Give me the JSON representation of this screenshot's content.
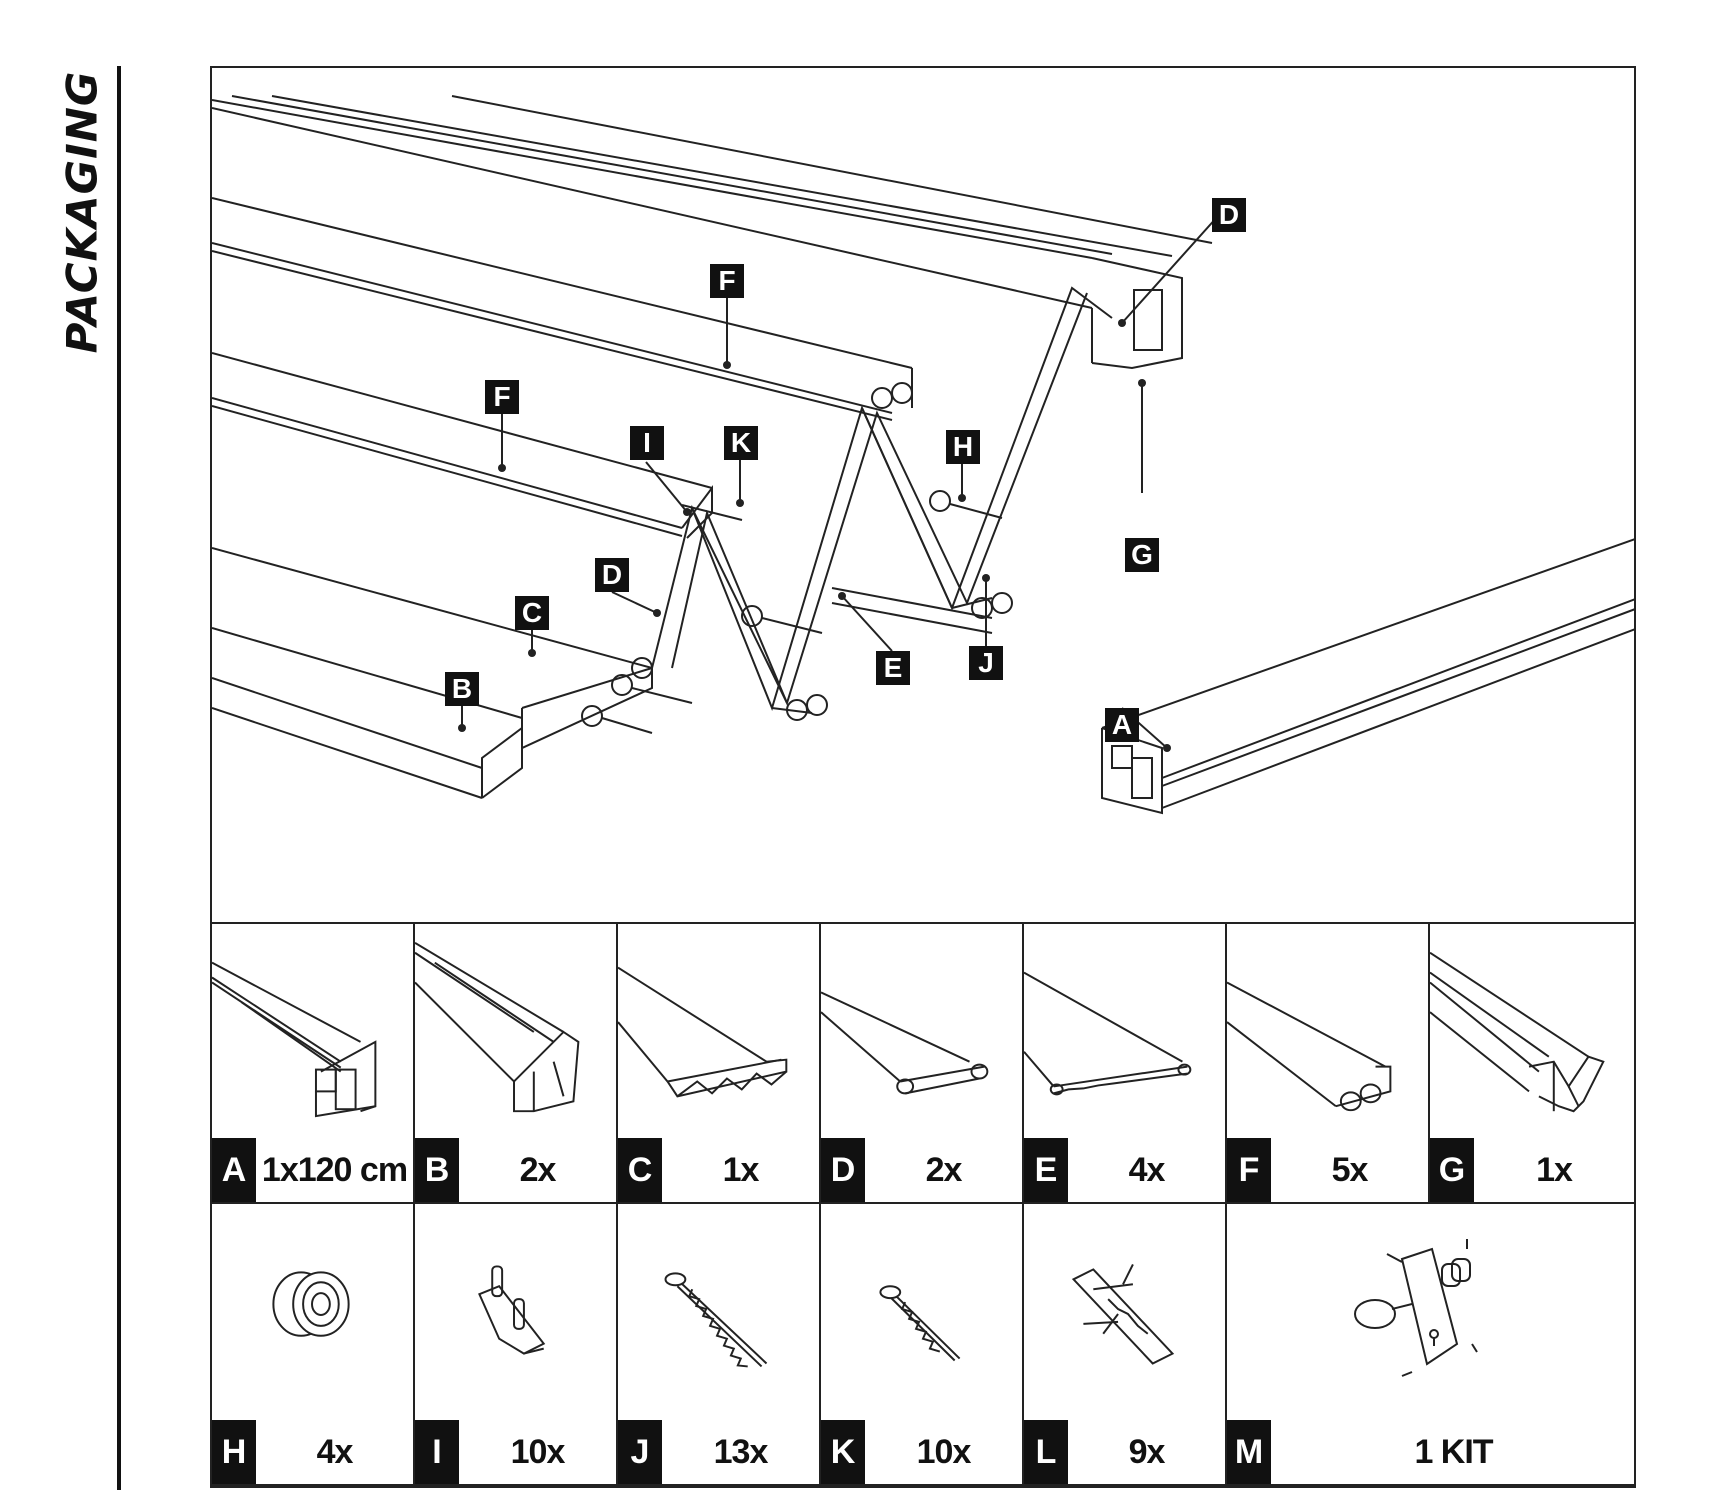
{
  "page": {
    "title": "PACKAGING"
  },
  "diagram": {
    "callouts": [
      "D",
      "F",
      "F",
      "I",
      "K",
      "H",
      "D",
      "C",
      "B",
      "E",
      "J",
      "G",
      "A"
    ]
  },
  "parts": [
    {
      "letter": "A",
      "qty": "1x120 cm",
      "icon": "profile-a-icon"
    },
    {
      "letter": "B",
      "qty": "2x",
      "icon": "profile-b-icon"
    },
    {
      "letter": "C",
      "qty": "1x",
      "icon": "profile-c-icon"
    },
    {
      "letter": "D",
      "qty": "2x",
      "icon": "profile-d-icon"
    },
    {
      "letter": "E",
      "qty": "4x",
      "icon": "profile-e-icon"
    },
    {
      "letter": "F",
      "qty": "5x",
      "icon": "profile-f-icon"
    },
    {
      "letter": "G",
      "qty": "1x",
      "icon": "profile-g-icon"
    },
    {
      "letter": "H",
      "qty": "4x",
      "icon": "roller-icon"
    },
    {
      "letter": "I",
      "qty": "10x",
      "icon": "clip-icon"
    },
    {
      "letter": "J",
      "qty": "13x",
      "icon": "long-screw-icon"
    },
    {
      "letter": "K",
      "qty": "10x",
      "icon": "short-screw-icon"
    },
    {
      "letter": "L",
      "qty": "9x",
      "icon": "wall-plug-icon"
    },
    {
      "letter": "M",
      "qty": "1 KIT",
      "icon": "lock-kit-icon"
    }
  ]
}
